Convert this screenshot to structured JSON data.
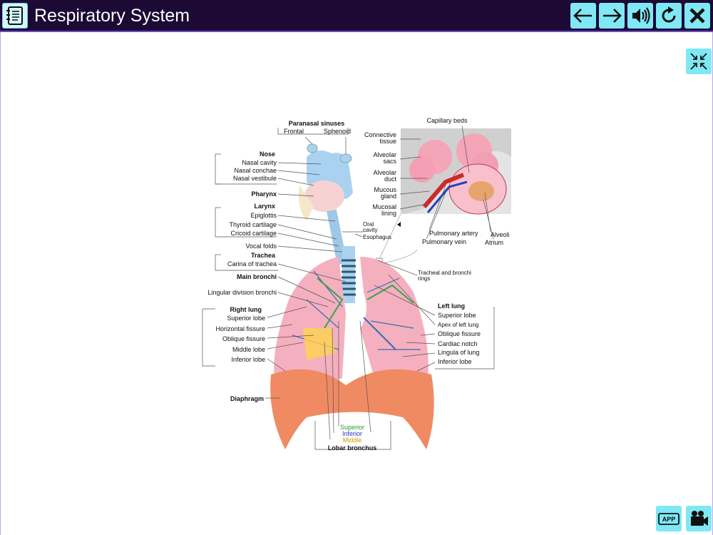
{
  "app": {
    "title": "Respiratory System"
  },
  "toolbar": {
    "icons": [
      "notebook-icon",
      "arrow-left-icon",
      "arrow-right-icon",
      "speaker-icon",
      "refresh-icon",
      "close-icon",
      "collapse-icon",
      "app-icon",
      "video-camera-icon"
    ],
    "app_badge": "APP",
    "colors": {
      "titlebar": "#1c0a35",
      "button": "#7fe8f4",
      "border": "#6a4cc2"
    }
  },
  "diagram": {
    "paranasal": {
      "title": "Paranasal sinuses",
      "frontal": "Frontal",
      "sphenoid": "Sphenoid"
    },
    "nose": {
      "title": "Nose",
      "items": [
        "Nasal cavity",
        "Nasal conchae",
        "Nasal vestibule"
      ]
    },
    "pharynx": "Pharynx",
    "larynx": {
      "title": "Larynx",
      "items": [
        "Epiglottis",
        "Thyroid cartilage",
        "Cricoid cartilage"
      ]
    },
    "vocal_folds": "Vocal folds",
    "trachea": {
      "title": "Trachea",
      "items": [
        "Carina of trachea"
      ]
    },
    "main_bronchi": "Main bronchi",
    "lingular": "Lingular division bronchi",
    "right_lung": {
      "title": "Right lung",
      "items": [
        "Superior lobe",
        "Horizontal fissure",
        "Oblique fissure",
        "Middle lobe",
        "Inferior lobe"
      ]
    },
    "diaphragm": "Diaphragm",
    "oral": [
      "Oral",
      "cavity"
    ],
    "esophagus": "Esophagus",
    "tracheal_rings": [
      "Tracheal and bronchi",
      "rings"
    ],
    "left_lung": {
      "title": "Left lung",
      "items": [
        "Superior lobe",
        "Apex of left lung",
        "Oblique fissure",
        "Cardiac notch",
        "Lingula of lung",
        "Inferior lobe"
      ]
    },
    "lobar": {
      "superior": "Superior",
      "inferior": "Inferior",
      "middle": "Middle",
      "title": "Lobar bronchus"
    },
    "inset": {
      "capillary": "Capillary beds",
      "connective": [
        "Connective",
        "tissue"
      ],
      "alveolar_sacs": [
        "Alveolar",
        "sacs"
      ],
      "alveolar_duct": [
        "Alveolar",
        "duct"
      ],
      "mucous": [
        "Mucous",
        "gland"
      ],
      "mucosal": [
        "Mucosal",
        "lining"
      ],
      "pulmonary_artery": "Pulmonary artery",
      "pulmonary_vein": "Pulmonary vein",
      "alveoli": "Alveoli",
      "atrium": "Atrium"
    }
  }
}
